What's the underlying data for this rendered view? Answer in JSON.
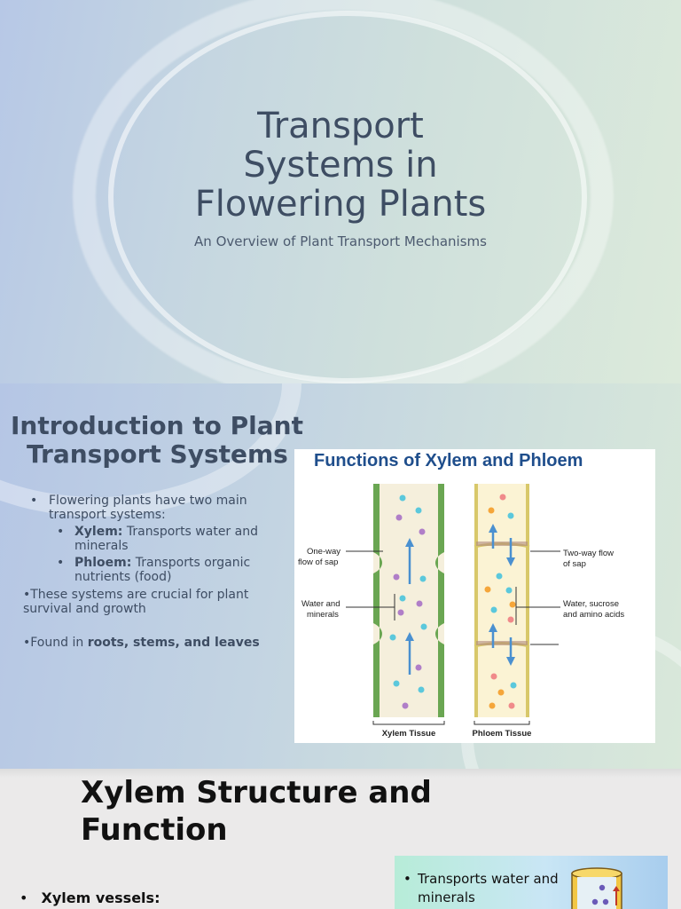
{
  "slide1": {
    "title_lines": [
      "Transport",
      "Systems in",
      "Flowering Plants"
    ],
    "subtitle": "An Overview of Plant Transport Mechanisms"
  },
  "slide2": {
    "title_lines": [
      "Introduction to Plant",
      "Transport Systems"
    ],
    "bullets": {
      "main": "Flowering plants have two main transport systems:",
      "xylem_label": "Xylem:",
      "xylem_text": "Transports water and minerals",
      "phloem_label": "Phloem:",
      "phloem_text": "Transports organic nutrients (food)",
      "crucial": "•These systems are crucial for plant survival and growth",
      "found_prefix": "•Found in ",
      "found_bold": "roots, stems, and leaves"
    },
    "figure": {
      "title": "Functions of Xylem and Phloem",
      "label_oneway": [
        "One-way",
        "flow of sap"
      ],
      "label_water": [
        "Water and",
        "minerals"
      ],
      "label_twoway": [
        "Two-way flow",
        "of sap"
      ],
      "label_sucrose": [
        "Water, sucrose",
        "and amino acids"
      ],
      "caption_xylem": "Xylem Tissue",
      "caption_phloem": "Phloem Tissue",
      "colors": {
        "title": "#1f4e8c",
        "arrow": "#4a90d0",
        "xylem_wall": "#5f9a4a",
        "phloem_wall": "#d8c86a"
      }
    }
  },
  "slide3": {
    "title_lines": [
      "Xylem Structure and",
      "Function"
    ],
    "bullet": "Xylem vessels:",
    "card_text": [
      "Transports water and",
      "minerals"
    ]
  }
}
